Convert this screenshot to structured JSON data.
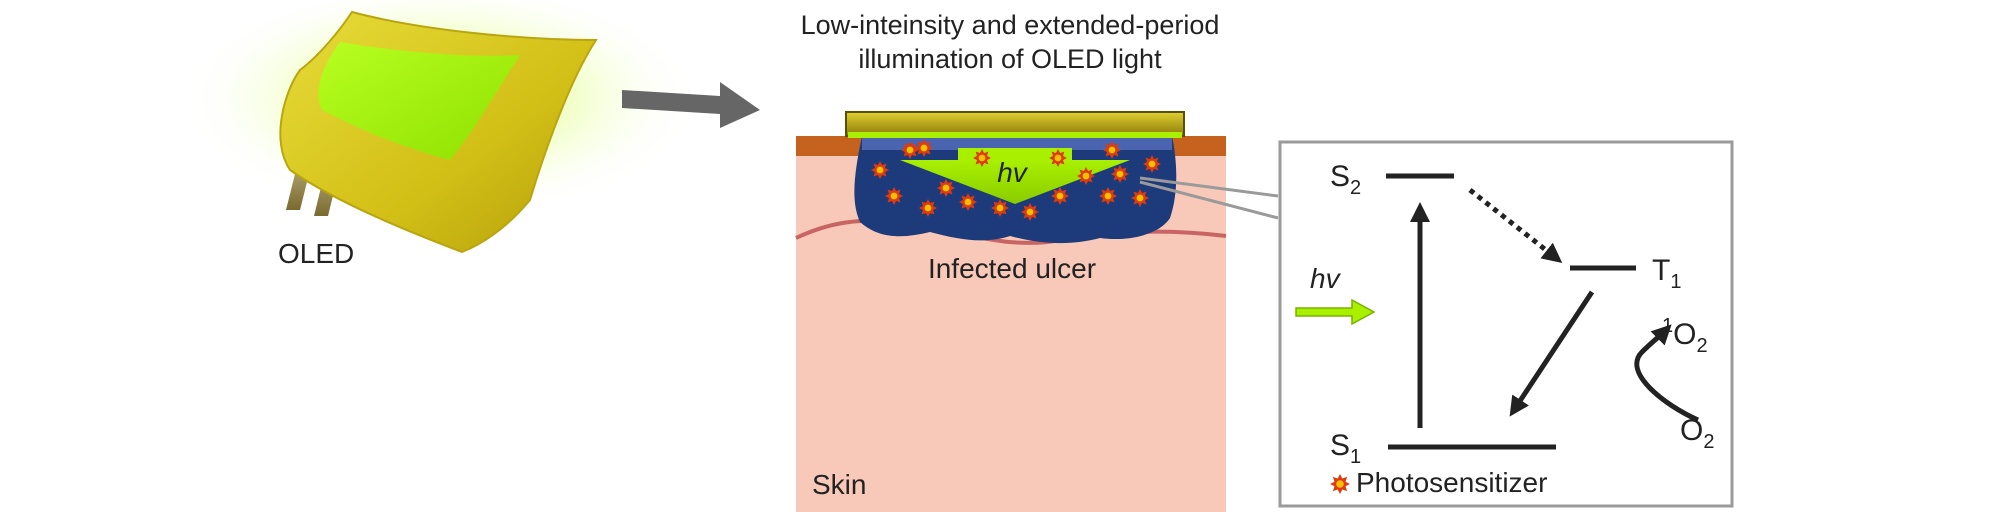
{
  "title_line1": "Low-inteinsity and extended-period",
  "title_line2": "illumination of OLED light",
  "oled_label": "OLED",
  "ulcer_label": "Infected ulcer",
  "skin_label": "Skin",
  "hv_label": "hv",
  "hv_inset_label": "hv",
  "states": {
    "s2_main": "S",
    "s2_sub": "2",
    "t1_main": "T",
    "t1_sub": "1",
    "s1_main": "S",
    "s1_sub": "1",
    "singlet_sup": "1",
    "singlet_main": "O",
    "singlet_sub": "2",
    "o2_main": "O",
    "o2_sub": "2"
  },
  "legend_label": "Photosensitizer",
  "colors": {
    "oled_green": "#a8f000",
    "oled_frame": "#d6c81a",
    "ulcer_blue": "#1d3a7a",
    "skin": "#f8c8b8",
    "skin_top": "#c4621e",
    "arrow_gray": "#666666",
    "photosensitizer": "#e03a10"
  }
}
